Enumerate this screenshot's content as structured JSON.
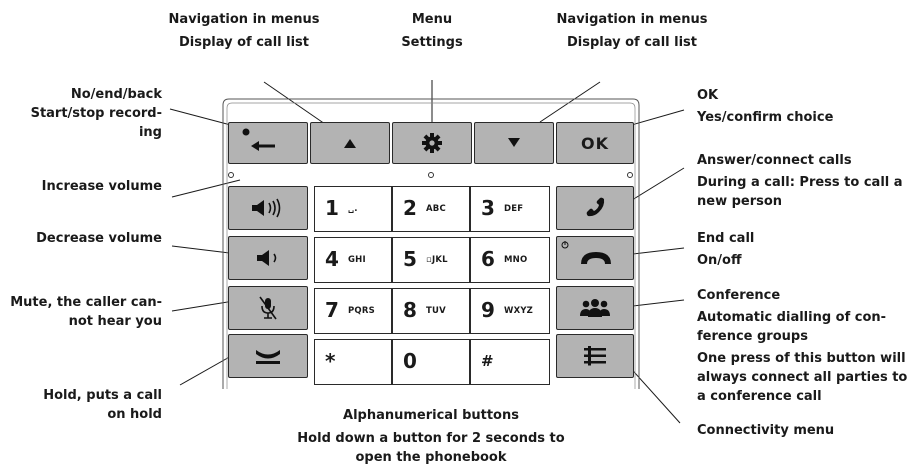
{
  "labels": {
    "nav_left_1": "Navigation in menus",
    "nav_left_2": "Display of call list",
    "menu_1": "Menu",
    "menu_2": "Settings",
    "nav_right_1": "Navigation in menus",
    "nav_right_2": "Display of call list",
    "back_1": "No/end/back",
    "back_2": "Start/stop record-",
    "back_3": "ing",
    "ok_1": "OK",
    "ok_2": "Yes/confirm choice",
    "vol_up": "Increase volume",
    "vol_down": "Decrease volume",
    "mute_1": "Mute, the caller can-",
    "mute_2": "not hear you",
    "hold_1": "Hold, puts a call",
    "hold_2": "on hold",
    "answer_1": "Answer/connect calls",
    "answer_2": "During a call: Press to call a",
    "answer_3": "new person",
    "end_1": "End call",
    "end_2": "On/off",
    "conf_1": "Conference",
    "conf_2": "Automatic dialling of con-",
    "conf_3": "ference groups",
    "conf_4": "One press of this button will",
    "conf_5": "always connect all parties to",
    "conf_6": "a conference call",
    "connectivity": "Connectivity menu",
    "alpha_1": "Alphanumerical buttons",
    "alpha_2": "Hold down a button for 2 seconds to",
    "alpha_3": "open the phonebook"
  },
  "buttons": {
    "ok": "OK"
  },
  "keys": [
    {
      "digit": "1",
      "letters": "␣."
    },
    {
      "digit": "2",
      "letters": "ABC"
    },
    {
      "digit": "3",
      "letters": "DEF"
    },
    {
      "digit": "4",
      "letters": "GHI"
    },
    {
      "digit": "5",
      "letters": "▫JKL"
    },
    {
      "digit": "6",
      "letters": "MNO"
    },
    {
      "digit": "7",
      "letters": "PQRS"
    },
    {
      "digit": "8",
      "letters": "TUV"
    },
    {
      "digit": "9",
      "letters": "WXYZ"
    },
    {
      "digit": "*",
      "letters": ""
    },
    {
      "digit": "0",
      "letters": ""
    },
    {
      "digit": "#",
      "letters": ""
    }
  ],
  "colors": {
    "function_key": "#b3b3b3",
    "outline": "#2a2a2a"
  }
}
